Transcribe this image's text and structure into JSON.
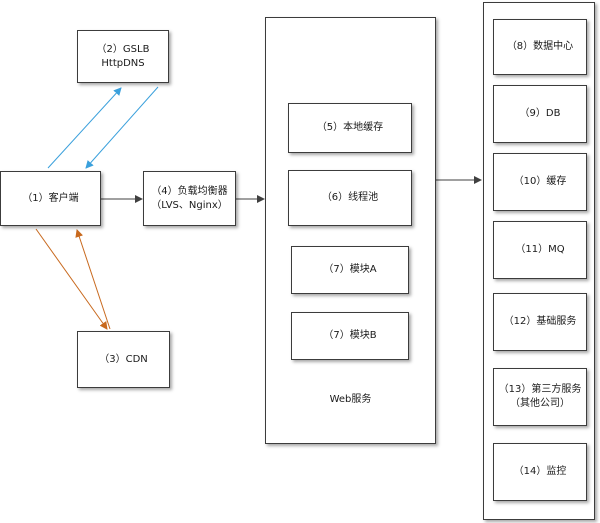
{
  "nodes": {
    "gslb": {
      "line1": "（2）GSLB",
      "line2": "HttpDNS"
    },
    "client": {
      "label": "（1）客户端"
    },
    "lb": {
      "line1": "（4）负载均衡器",
      "line2": "（LVS、Nginx）"
    },
    "cdn": {
      "label": "（3）CDN"
    },
    "web": {
      "label": "Web服务",
      "local_cache": "（5）本地缓存",
      "thread_pool": "（6）线程池",
      "module_a": "（7）模块A",
      "module_b": "（7）模块B"
    },
    "backend": {
      "data_center": "（8）数据中心",
      "db": "（9）DB",
      "cache": "（10）缓存",
      "mq": "（11）MQ",
      "base_service": "（12）基础服务",
      "third_party_1": "（13）第三方服务",
      "third_party_2": "（其他公司）",
      "monitor": "（14）监控"
    }
  },
  "colors": {
    "dns_edge": "#3aa0dc",
    "cdn_edge": "#c8691e",
    "main_edge": "#404040"
  }
}
